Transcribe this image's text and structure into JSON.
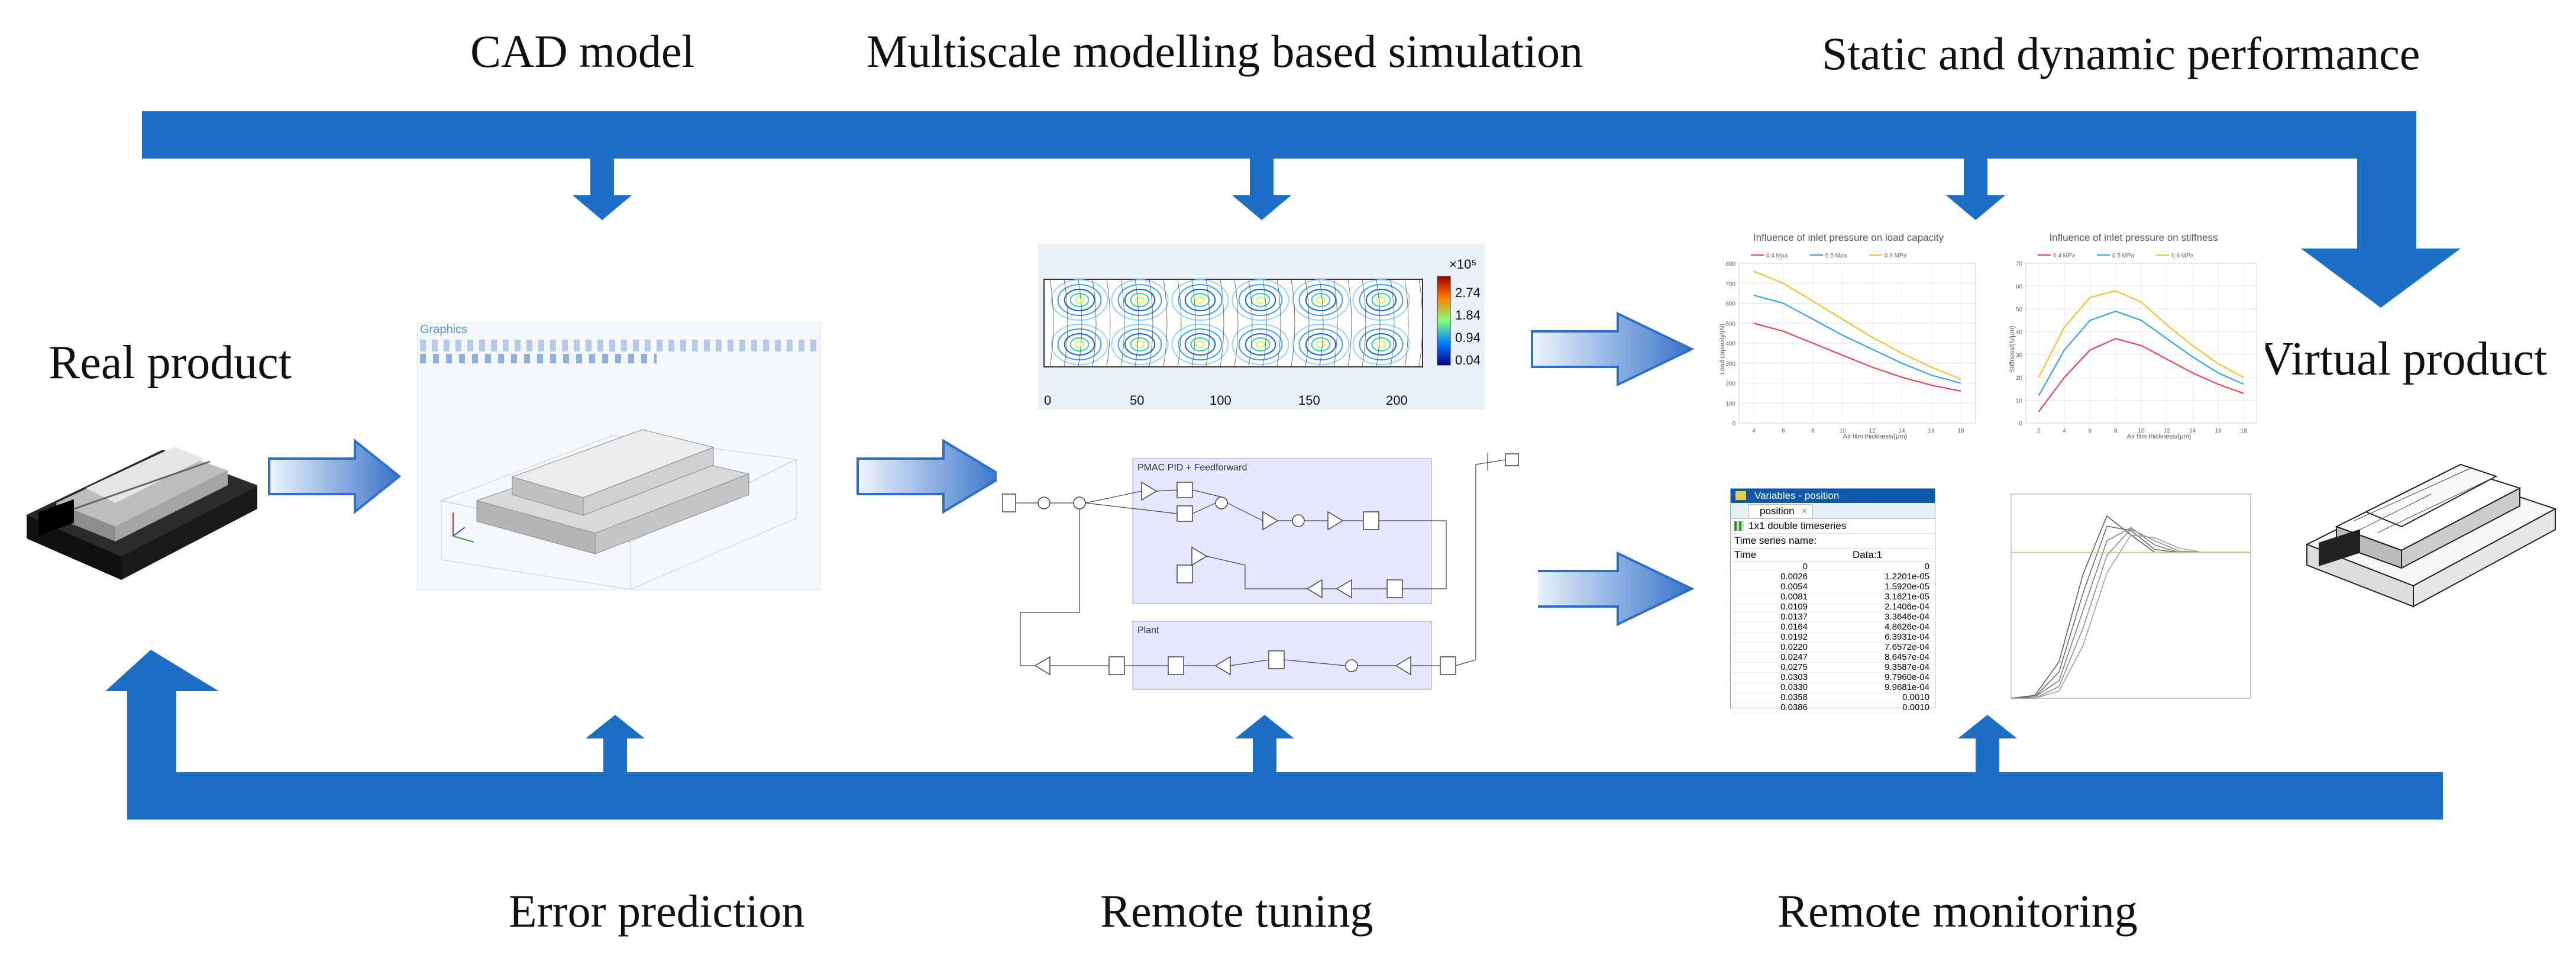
{
  "labels": {
    "cad_model": "CAD model",
    "multiscale": "Multiscale modelling based simulation",
    "performance": "Static and dynamic performance",
    "real_product": "Real product",
    "virtual_product": "Virtual product",
    "error_prediction": "Error prediction",
    "remote_tuning": "Remote tuning",
    "remote_monitoring": "Remote monitoring"
  },
  "cad_window": {
    "title": "Graphics"
  },
  "contour_plot": {
    "scale": "×10⁵",
    "colorbar_ticks": [
      "2.74",
      "1.84",
      "0.94",
      "0.04"
    ],
    "x_ticks": [
      "0",
      "50",
      "100",
      "150",
      "200"
    ]
  },
  "simulink": {
    "pid_block": "PMAC PID + Feedforward",
    "plant_block": "Plant"
  },
  "variables_window": {
    "title": "Variables - position",
    "tab": "position",
    "type": "1x1 double timeseries",
    "series_name_label": "Time series name:",
    "col_time": "Time",
    "col_data": "Data:1",
    "rows": [
      [
        "0",
        "0"
      ],
      [
        "0.0026",
        "1.2201e-05"
      ],
      [
        "0.0054",
        "1.5920e-05"
      ],
      [
        "0.0081",
        "3.1621e-05"
      ],
      [
        "0.0109",
        "2.1406e-04"
      ],
      [
        "0.0137",
        "3.3646e-04"
      ],
      [
        "0.0164",
        "4.8626e-04"
      ],
      [
        "0.0192",
        "6.3931e-04"
      ],
      [
        "0.0220",
        "7.6572e-04"
      ],
      [
        "0.0247",
        "8.6457e-04"
      ],
      [
        "0.0275",
        "9.3587e-04"
      ],
      [
        "0.0303",
        "9.7960e-04"
      ],
      [
        "0.0330",
        "9.9681e-04"
      ],
      [
        "0.0358",
        "0.0010"
      ],
      [
        "0.0386",
        "0.0010"
      ]
    ]
  },
  "chart_data": [
    {
      "type": "line",
      "title": "Influence of inlet pressure on load capacity",
      "xlabel": "Air film thickness/(μm)",
      "ylabel": "Load capacity/(N)",
      "x": [
        4,
        6,
        8,
        10,
        12,
        14,
        16,
        18
      ],
      "ylim": [
        0,
        800
      ],
      "yticks": [
        "0",
        "100",
        "200",
        "300",
        "400",
        "500",
        "600",
        "700",
        "800"
      ],
      "legend_position": "top",
      "series": [
        {
          "name": "0.4 Mpa",
          "color": "#e8474c",
          "values": [
            500,
            460,
            400,
            340,
            280,
            230,
            190,
            160
          ]
        },
        {
          "name": "0.5 Mpa",
          "color": "#36a3e8",
          "values": [
            640,
            600,
            520,
            440,
            370,
            300,
            240,
            200
          ]
        },
        {
          "name": "0.6 MPa",
          "color": "#f2c233",
          "values": [
            760,
            700,
            610,
            520,
            430,
            350,
            280,
            220
          ]
        }
      ]
    },
    {
      "type": "line",
      "title": "Influence of inlet pressure on stiffness",
      "xlabel": "Air film thickness/(μm)",
      "ylabel": "Stiffness/(N/μm)",
      "x": [
        2,
        4,
        6,
        8,
        10,
        12,
        14,
        16,
        18
      ],
      "ylim": [
        0,
        70
      ],
      "yticks": [
        "0",
        "10",
        "20",
        "30",
        "40",
        "50",
        "60",
        "70"
      ],
      "legend_position": "top",
      "series": [
        {
          "name": "0.4 MPa",
          "color": "#e8474c",
          "values": [
            5,
            20,
            32,
            37,
            34,
            28,
            22,
            17,
            13
          ]
        },
        {
          "name": "0.5 MPa",
          "color": "#36a3e8",
          "values": [
            12,
            32,
            45,
            49,
            45,
            37,
            29,
            22,
            17
          ]
        },
        {
          "name": "0.6 MPa",
          "color": "#f2c233",
          "values": [
            20,
            42,
            55,
            58,
            53,
            43,
            34,
            26,
            20
          ]
        }
      ]
    },
    {
      "type": "line",
      "title": "",
      "xlabel": "",
      "ylabel": "",
      "x": [
        0,
        1,
        2,
        3,
        4,
        5,
        6,
        7,
        8,
        9,
        10
      ],
      "ylim": [
        0,
        1.4
      ],
      "series": [
        {
          "color": "#555555",
          "values": [
            0,
            0.02,
            0.25,
            0.85,
            1.25,
            1.12,
            1.0,
            1.0,
            1.0,
            1.0,
            1.0
          ]
        },
        {
          "color": "#666666",
          "values": [
            0,
            0.01,
            0.18,
            0.72,
            1.18,
            1.15,
            1.02,
            1.0,
            1.0,
            1.0,
            1.0
          ]
        },
        {
          "color": "#777777",
          "values": [
            0,
            0.01,
            0.12,
            0.6,
            1.08,
            1.17,
            1.05,
            1.0,
            1.0,
            1.0,
            1.0
          ]
        },
        {
          "color": "#888888",
          "values": [
            0,
            0.0,
            0.08,
            0.48,
            0.98,
            1.16,
            1.08,
            1.01,
            1.0,
            1.0,
            1.0
          ]
        },
        {
          "color": "#999999",
          "values": [
            0,
            0.0,
            0.05,
            0.36,
            0.86,
            1.12,
            1.1,
            1.03,
            1.0,
            1.0,
            1.0
          ]
        },
        {
          "color": "#e0c040",
          "values": [
            1.0,
            1.0,
            1.0,
            1.0,
            1.0,
            1.0,
            1.0,
            1.0,
            1.0,
            1.0,
            1.0
          ]
        }
      ]
    }
  ],
  "colors": {
    "flow_arrow": "#1c6fc4",
    "small_arrow_light": "#d9e8f8",
    "small_arrow_dark": "#2f6ec7",
    "simulink_block": "#e6e6ff"
  }
}
